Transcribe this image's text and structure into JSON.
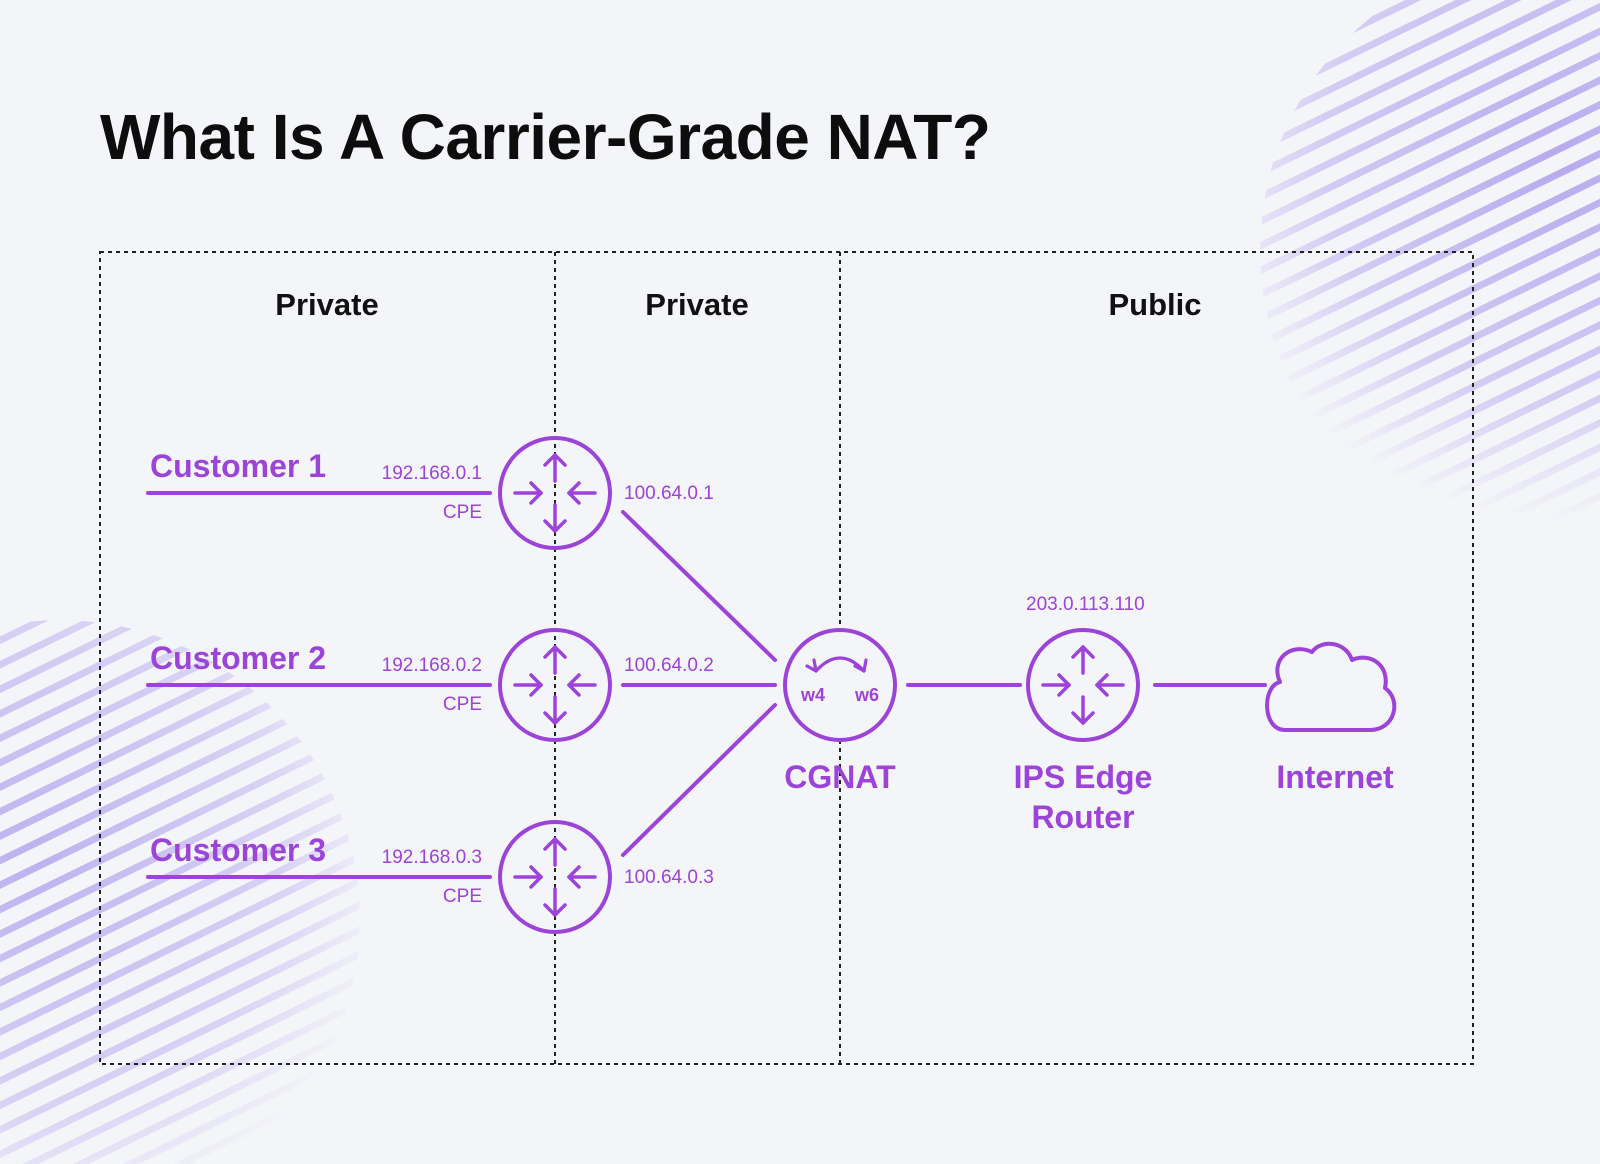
{
  "title": "What Is A Carrier-Grade NAT?",
  "zones": [
    {
      "label": "Private"
    },
    {
      "label": "Private"
    },
    {
      "label": "Public"
    }
  ],
  "customers": [
    {
      "name": "Customer 1",
      "cpe_ip": "192.168.0.1",
      "cpe_label": "CPE",
      "carrier_ip": "100.64.0.1"
    },
    {
      "name": "Customer 2",
      "cpe_ip": "192.168.0.2",
      "cpe_label": "CPE",
      "carrier_ip": "100.64.0.2"
    },
    {
      "name": "Customer 3",
      "cpe_ip": "192.168.0.3",
      "cpe_label": "CPE",
      "carrier_ip": "100.64.0.3"
    }
  ],
  "cgnat": {
    "label": "CGNAT",
    "left_tag": "w4",
    "right_tag": "w6",
    "icon": "swap-arrows-icon"
  },
  "edge_router": {
    "label_line1": "IPS Edge",
    "label_line2": "Router",
    "ip": "203.0.113.110",
    "icon": "router-icon"
  },
  "internet": {
    "label": "Internet",
    "icon": "cloud-icon"
  },
  "colors": {
    "accent": "#9c43d8",
    "text": "#0d0d0d",
    "background": "#f4f5f9",
    "stripes": "#b7a9ee"
  }
}
